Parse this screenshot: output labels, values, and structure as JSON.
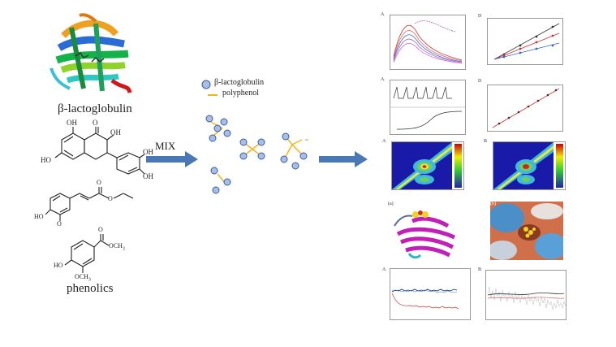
{
  "protein_label": "β-lactoglobulin",
  "phenolics_label": "phenolics",
  "mix_label": "MIX",
  "legend": {
    "protein": "β-lactoglobulin",
    "polyphenol": "polyphenol"
  },
  "chem_labels": {
    "oh_top_left": "OH",
    "oh_top_right": "OH",
    "oh_left": "HO",
    "carbonyl_o": "O",
    "oh_ring_1": "OH",
    "oh_ring_2": "OH",
    "ferulate_oh": "HO",
    "ferulate_och3": "O",
    "ferulate_ester_o1": "O",
    "ferulate_ester_o2": "O",
    "vanillate_ho": "HO",
    "vanillate_och3": "OCH",
    "vanillate_och3_sub": "3",
    "vanillate_co": "O",
    "vanillate_och3_ester": "OCH",
    "vanillate_och3_ester_sub": "3"
  },
  "panel_letters": {
    "p1": "A",
    "p2": "D",
    "p3": "A",
    "p4": "D",
    "p5": "A",
    "p6": "B",
    "p7": "(a)",
    "p8": "(b)",
    "p9": "A",
    "p10": "B"
  },
  "colors": {
    "arrow": "#4a78b5",
    "polyphenol": "#f2b51d",
    "protein_fill": "#a7bfe6",
    "protein_stroke": "#3d5d9c"
  }
}
